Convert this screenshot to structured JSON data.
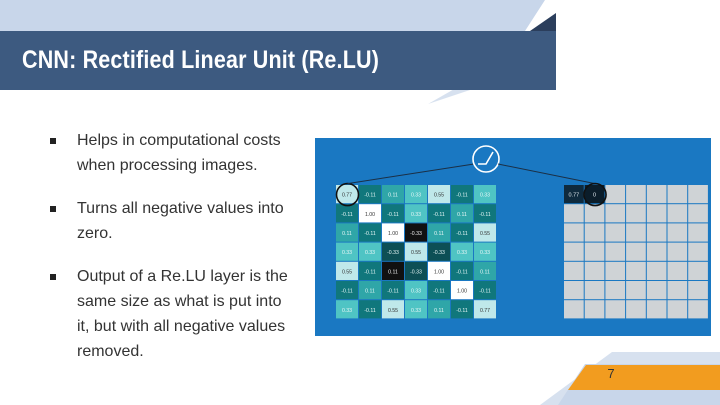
{
  "slide": {
    "title": "CNN: Rectified Linear Unit (Re.LU)",
    "page_number": "7"
  },
  "bullets": [
    {
      "text": "Helps in computational costs when processing images."
    },
    {
      "text": "Turns all negative values into zero."
    },
    {
      "text": "Output of a Re.LU layer is the same size as what is put into it, but with all negative values removed."
    }
  ],
  "figure": {
    "input_matrix": [
      [
        "0.77",
        "-0.11",
        "0.11",
        "0.33",
        "0.55",
        "-0.11",
        "0.33"
      ],
      [
        "-0.11",
        "1.00",
        "-0.11",
        "0.33",
        "-0.11",
        "0.11",
        "-0.11"
      ],
      [
        "0.11",
        "-0.11",
        "1.00",
        "-0.33",
        "0.11",
        "-0.11",
        "0.55"
      ],
      [
        "0.33",
        "0.33",
        "-0.33",
        "0.55",
        "-0.33",
        "0.33",
        "0.33"
      ],
      [
        "0.55",
        "-0.11",
        "0.11",
        "-0.33",
        "1.00",
        "-0.11",
        "0.11"
      ],
      [
        "-0.11",
        "0.11",
        "-0.11",
        "0.33",
        "-0.11",
        "1.00",
        "-0.11"
      ],
      [
        "0.33",
        "-0.11",
        "0.55",
        "0.33",
        "0.11",
        "-0.11",
        "0.77"
      ]
    ],
    "output_cells": [
      "0.77",
      "0"
    ],
    "colors": {
      "background": "#1a78c2",
      "title_bar": "#3d5a80",
      "accent_orange": "#f29c1f",
      "deco_light": "#c8d6ea"
    }
  }
}
